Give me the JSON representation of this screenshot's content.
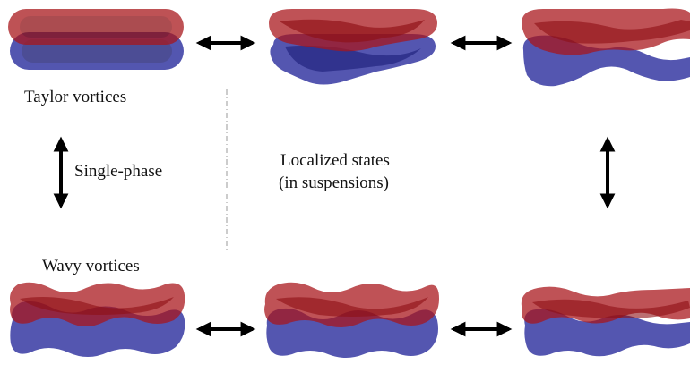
{
  "labels": {
    "taylor": "Taylor vortices",
    "single_phase": "Single-phase",
    "localized": "Localized states",
    "localized_sub": "(in suspensions)",
    "wavy": "Wavy vortices"
  },
  "colors": {
    "red_vortex": "#a8161b",
    "blue_vortex": "#24279a",
    "arrow": "#000000",
    "divider": "#9a9a9a"
  }
}
